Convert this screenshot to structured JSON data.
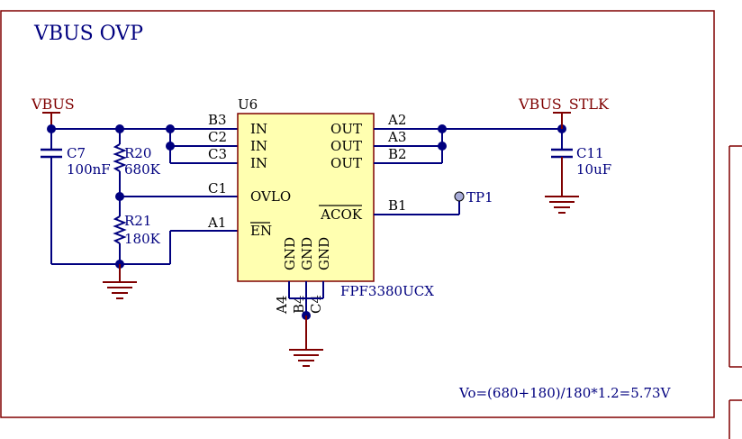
{
  "title": "VBUS OVP",
  "nets": {
    "vbus": "VBUS",
    "vbus_stlk": "VBUS_STLK"
  },
  "ic": {
    "ref": "U6",
    "part": "FPF3380UCX",
    "left_pins": [
      {
        "num": "B3",
        "name": "IN"
      },
      {
        "num": "C2",
        "name": "IN"
      },
      {
        "num": "C3",
        "name": "IN"
      },
      {
        "num": "C1",
        "name": "OVLO"
      },
      {
        "num": "A1",
        "name": "EN"
      }
    ],
    "right_pins": [
      {
        "num": "A2",
        "name": "OUT"
      },
      {
        "num": "A3",
        "name": "OUT"
      },
      {
        "num": "B2",
        "name": "OUT"
      },
      {
        "num": "B1",
        "name": "ACOK"
      }
    ],
    "bottom_pins": [
      {
        "num": "A4",
        "name": "GND"
      },
      {
        "num": "B4",
        "name": "GND"
      },
      {
        "num": "C4",
        "name": "GND"
      }
    ]
  },
  "components": {
    "c7": {
      "ref": "C7",
      "value": "100nF"
    },
    "r20": {
      "ref": "R20",
      "value": "680K"
    },
    "r21": {
      "ref": "R21",
      "value": "180K"
    },
    "c11": {
      "ref": "C11",
      "value": "10uF"
    },
    "tp1": {
      "ref": "TP1"
    }
  },
  "note": "Vo=(680+180)/180*1.2=5.73V",
  "colors": {
    "wire": "#00007f",
    "frame": "#800000",
    "ic_fill": "#ffffb0"
  }
}
